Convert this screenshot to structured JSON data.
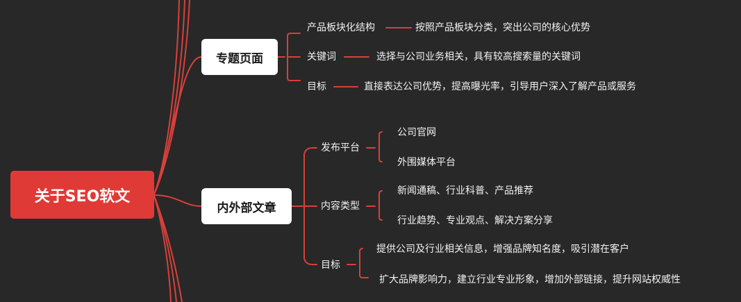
{
  "root": {
    "label": "关于SEO软文"
  },
  "topics": [
    {
      "label": "专题页面",
      "children": [
        {
          "label": "产品板块化结构",
          "detail": "按照产品板块分类，突出公司的核心优势"
        },
        {
          "label": "关键词",
          "detail": "选择与公司业务相关，具有较高搜索量的关键词"
        },
        {
          "label": "目标",
          "detail": "直接表达公司优势，提高曝光率，引导用户深入了解产品或服务"
        }
      ]
    },
    {
      "label": "内外部文章",
      "children": [
        {
          "label": "发布平台",
          "items": [
            "公司官网",
            "外围媒体平台"
          ]
        },
        {
          "label": "内容类型",
          "items": [
            "新闻通稿、行业科普、产品推荐",
            "行业趋势、专业观点、解决方案分享"
          ]
        },
        {
          "label": "目标",
          "items": [
            "提供公司及行业相关信息，增强品牌知名度，吸引潜在客户",
            "扩大品牌影响力，建立行业专业形象，增加外部链接，提升网站权威性"
          ]
        }
      ]
    }
  ],
  "colors": {
    "background": "#282828",
    "accent": "#e03a36",
    "node": "#ffffff",
    "text": "#f2f2f2"
  }
}
